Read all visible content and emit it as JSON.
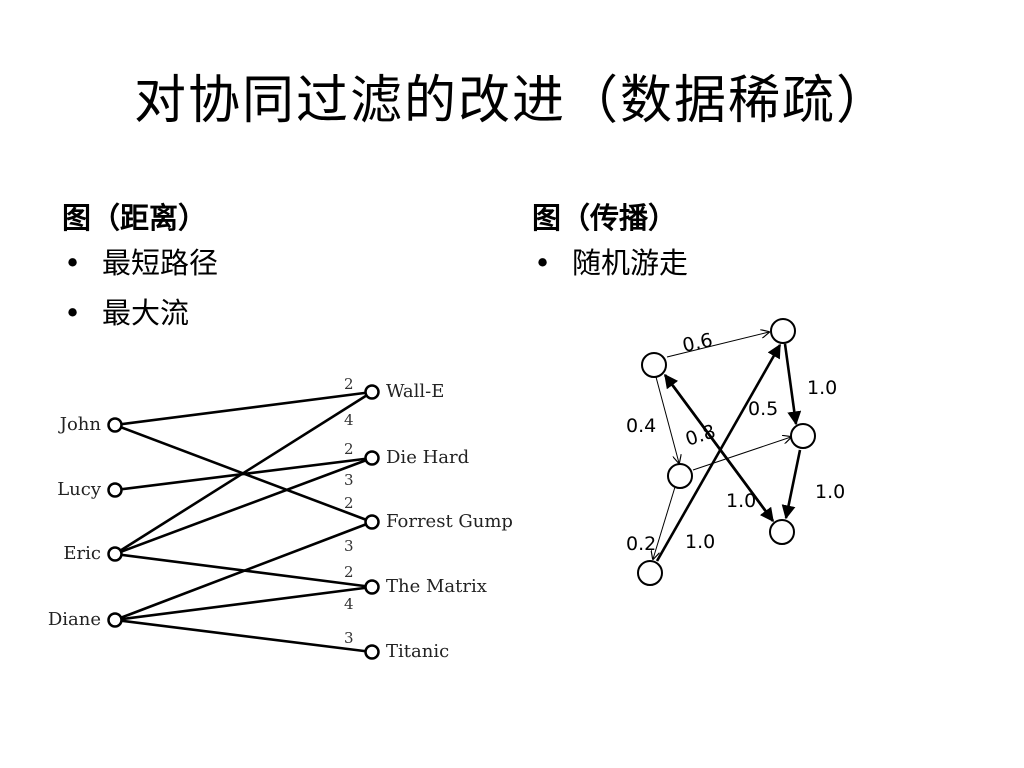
{
  "slide": {
    "title": "对协同过滤的改进（数据稀疏）"
  },
  "left_column": {
    "heading": "图（距离）",
    "bullets": [
      "最短路径",
      "最大流"
    ]
  },
  "right_column": {
    "heading": "图（传播）",
    "bullets": [
      "随机游走"
    ]
  },
  "bullet_glyph": "•",
  "bipartite_graph": {
    "users": [
      "John",
      "Lucy",
      "Eric",
      "Diane"
    ],
    "movies": [
      "Wall-E",
      "Die Hard",
      "Forrest Gump",
      "The Matrix",
      "Titanic"
    ],
    "edges": [
      {
        "user": "John",
        "movie": "Wall-E"
      },
      {
        "user": "John",
        "movie": "Forrest Gump"
      },
      {
        "user": "Lucy",
        "movie": "Die Hard"
      },
      {
        "user": "Eric",
        "movie": "Wall-E"
      },
      {
        "user": "Eric",
        "movie": "Die Hard"
      },
      {
        "user": "Eric",
        "movie": "The Matrix"
      },
      {
        "user": "Diane",
        "movie": "Forrest Gump"
      },
      {
        "user": "Diane",
        "movie": "The Matrix"
      },
      {
        "user": "Diane",
        "movie": "Titanic"
      }
    ],
    "weight_labels": [
      "2",
      "4",
      "2",
      "3",
      "2",
      "3",
      "2",
      "4",
      "3"
    ]
  },
  "random_walk_graph": {
    "edge_labels": [
      "0.6",
      "1.0",
      "0.5",
      "0.4",
      "0.8",
      "1.0",
      "1.0",
      "0.2",
      "1.0"
    ]
  }
}
